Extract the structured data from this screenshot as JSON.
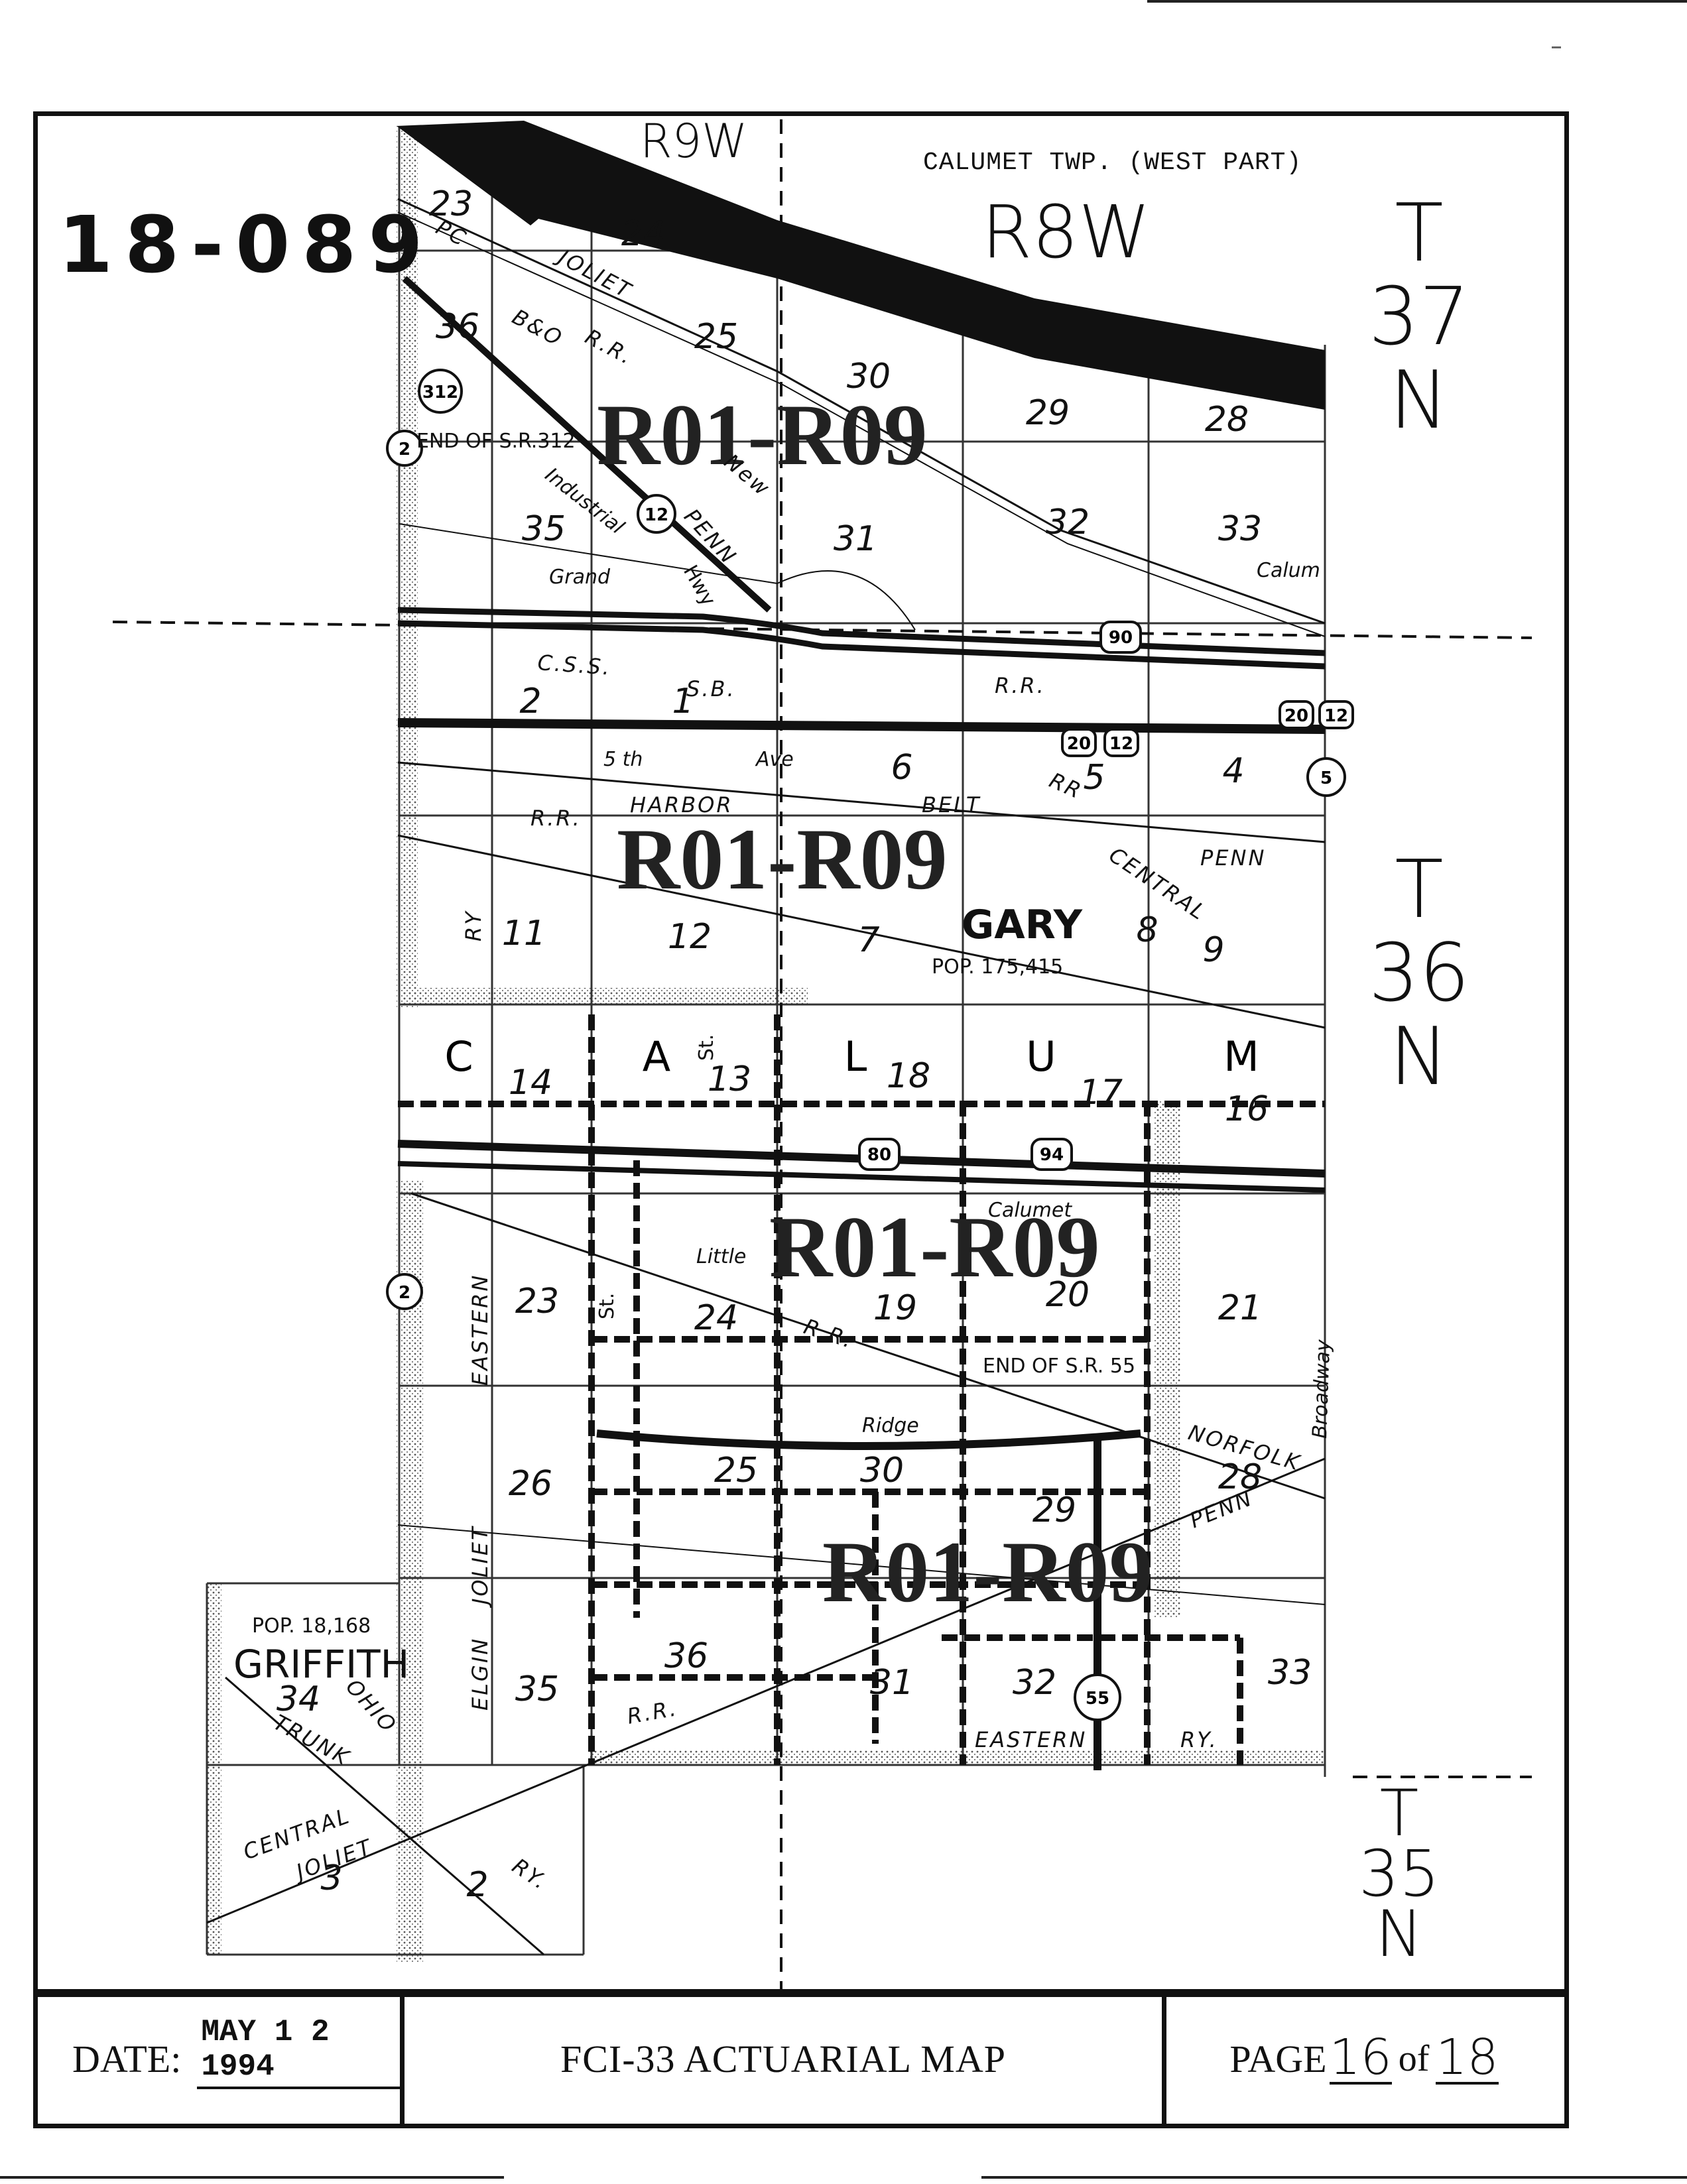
{
  "map": {
    "map_id": "18-089",
    "township_note": "CALUMET TWP. (WEST PART)",
    "ranges": [
      "R9W",
      "R8W"
    ],
    "townships": [
      {
        "lines": [
          "T",
          "37",
          "N"
        ]
      },
      {
        "lines": [
          "T",
          "36",
          "N"
        ]
      },
      {
        "lines": [
          "T",
          "35",
          "N"
        ]
      }
    ],
    "zone_label": "R01-R09",
    "city": {
      "name": "GARY",
      "population": "POP. 175,415"
    },
    "city2": {
      "name": "GRIFFITH",
      "population": "POP. 18,168"
    },
    "calumet_letters": [
      "C",
      "A",
      "L",
      "U",
      "M"
    ],
    "sections": [
      "23",
      "24",
      "25",
      "30",
      "29",
      "28",
      "36",
      "35",
      "31",
      "32",
      "33",
      "2",
      "1",
      "6",
      "5",
      "4",
      "11",
      "12",
      "7",
      "8",
      "9",
      "14",
      "13",
      "18",
      "17",
      "16",
      "23",
      "24",
      "19",
      "20",
      "21",
      "26",
      "25",
      "30",
      "29",
      "28",
      "35",
      "36",
      "31",
      "32",
      "33",
      "34",
      "3",
      "2"
    ],
    "route_shields": [
      "312",
      "12",
      "90",
      "20",
      "12",
      "20",
      "12",
      "5",
      "80",
      "94",
      "55",
      "2",
      "2"
    ],
    "road_labels": {
      "end_sr312": "END OF S.R.312",
      "end_sr55": "END OF S.R. 55",
      "industrial": "Industrial",
      "grand": "Grand",
      "fifth_ave_1": "5 th",
      "fifth_ave_2": "Ave",
      "ridge": "Ridge",
      "broadway": "Broadway",
      "little": "Little",
      "calumet": "Calum",
      "calumet2": "Calumet",
      "st": "St.",
      "hwy": "Hwy"
    },
    "rail_labels": {
      "pc": "PC",
      "joliet": "JOLIET",
      "bo": "B&O",
      "rr": "R.R.",
      "new": "New",
      "penn": "PENN",
      "css": "C.S.S.",
      "sb": "S.B.",
      "harbor": "HARBOR",
      "belt": "BELT",
      "central": "CENTRAL",
      "ry": "RY.",
      "eastern": "EASTERN",
      "elgin": "ELGIN",
      "norfolk": "NORFOLK",
      "ohio": "OHIO",
      "trunk": "TRUNK",
      "ry2": "RY",
      "rr2": "RR"
    }
  },
  "footer": {
    "date_label": "DATE:",
    "date_value": "MAY 1 2 1994",
    "title": "FCI-33 ACTUARIAL MAP",
    "page_label": "PAGE",
    "page_num": "16",
    "of_label": "of",
    "page_total": "18"
  }
}
